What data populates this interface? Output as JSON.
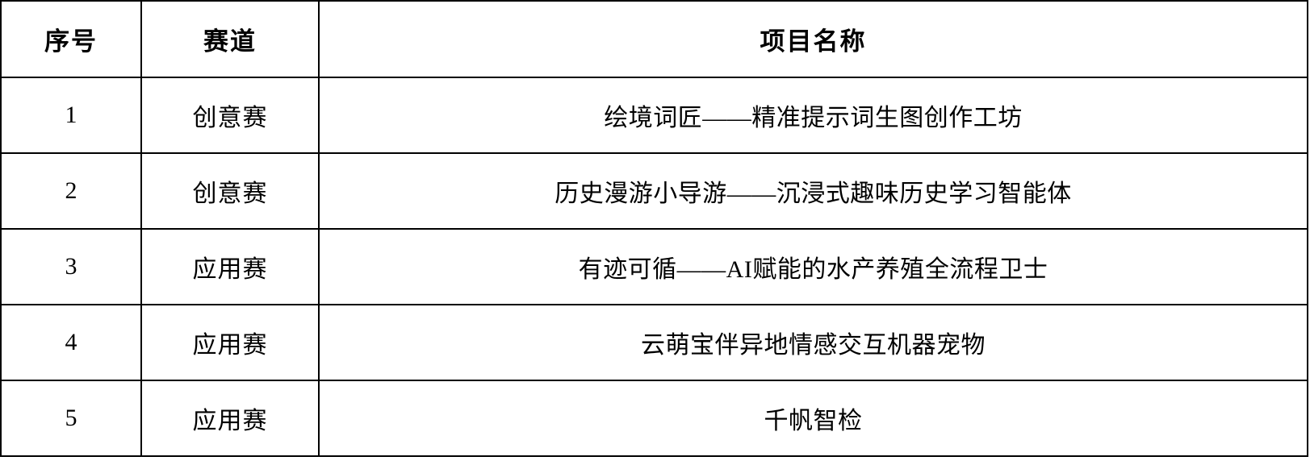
{
  "table": {
    "columns": [
      {
        "key": "index",
        "label": "序号"
      },
      {
        "key": "track",
        "label": "赛道"
      },
      {
        "key": "name",
        "label": "项目名称"
      }
    ],
    "rows": [
      {
        "index": "1",
        "track": "创意赛",
        "name": "绘境词匠——精准提示词生图创作工坊"
      },
      {
        "index": "2",
        "track": "创意赛",
        "name": "历史漫游小导游——沉浸式趣味历史学习智能体"
      },
      {
        "index": "3",
        "track": "应用赛",
        "name": "有迹可循——AI赋能的水产养殖全流程卫士"
      },
      {
        "index": "4",
        "track": "应用赛",
        "name": "云萌宝伴异地情感交互机器宠物"
      },
      {
        "index": "5",
        "track": "应用赛",
        "name": "千帆智检"
      }
    ]
  },
  "colors": {
    "border": "#000000",
    "text": "#000000",
    "background": "#ffffff"
  }
}
